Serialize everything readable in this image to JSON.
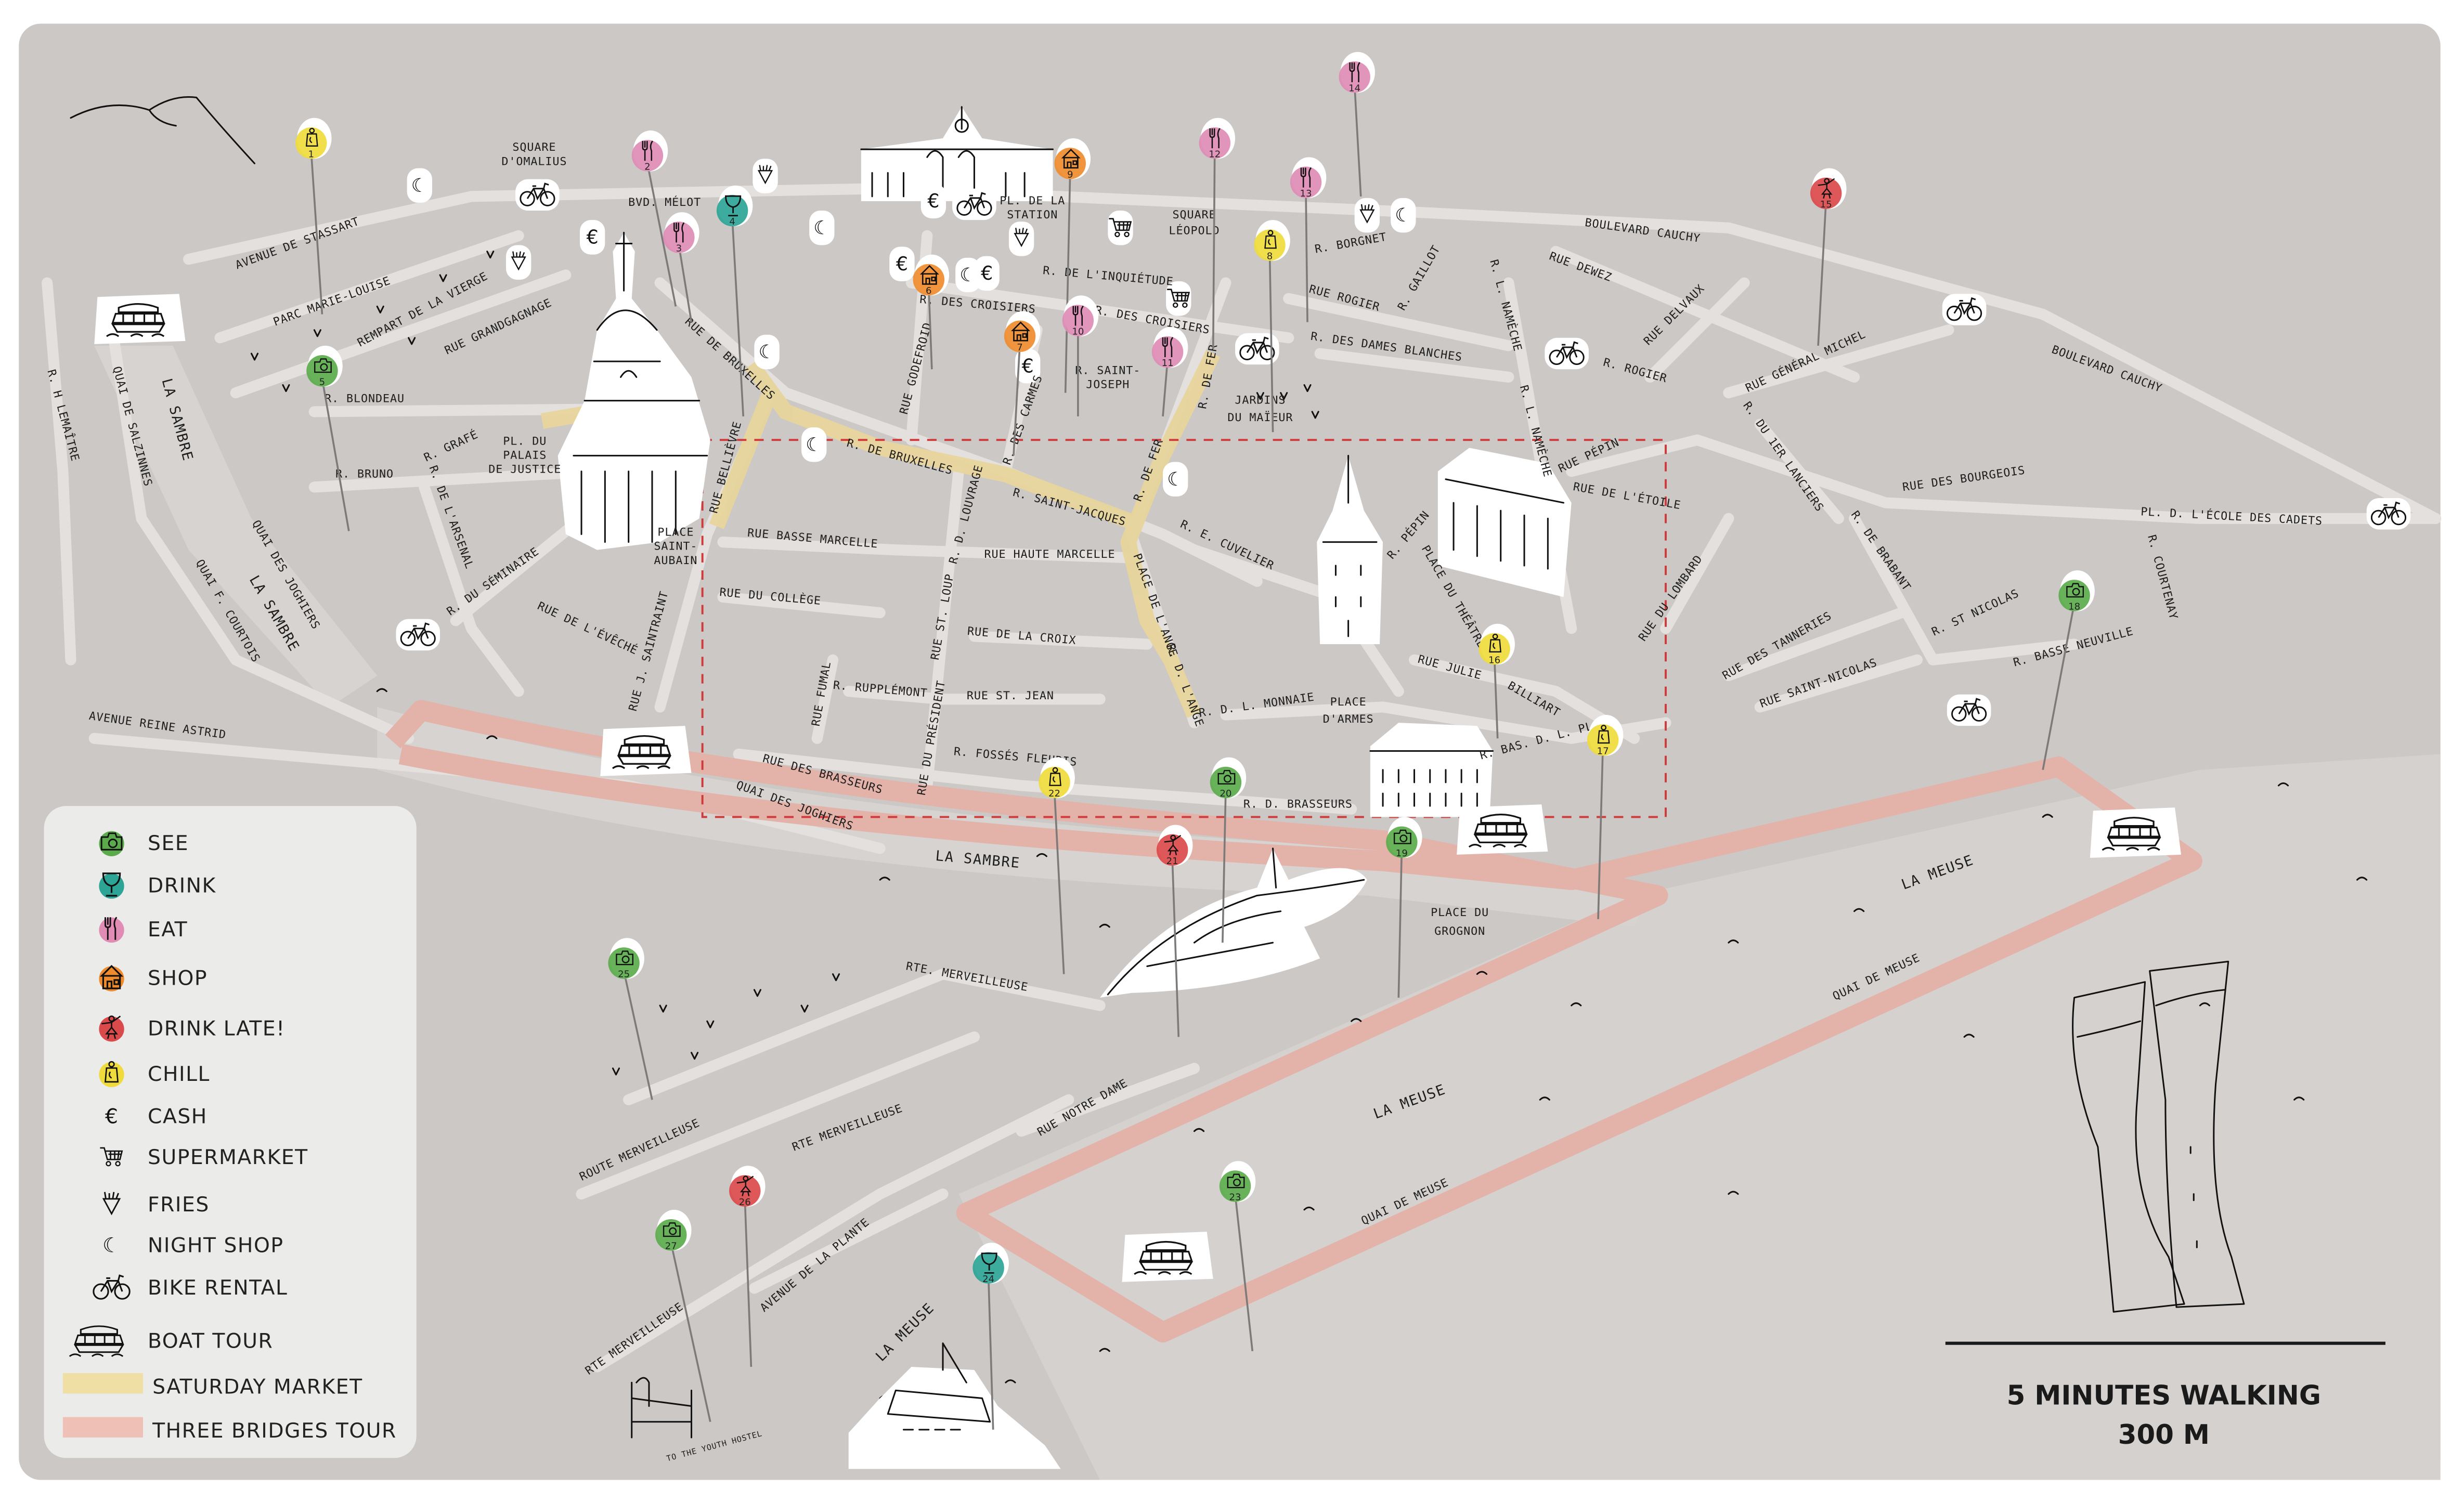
{
  "colors": {
    "background": "#cbc8c6",
    "street": "#dedbd8",
    "see": "#5bab4c",
    "drink": "#2ca597",
    "eat": "#e08cb5",
    "shop": "#ef8b2c",
    "drink_late": "#db4a4b",
    "chill": "#efdc3c",
    "saturday_market": "#efdfa4",
    "three_bridges_tour": "#efc0b6",
    "focus_frame": "#d03a3a"
  },
  "legend": {
    "items": [
      {
        "key": "see",
        "label": "SEE",
        "icon": "camera-icon"
      },
      {
        "key": "drink",
        "label": "DRINK",
        "icon": "wine-glass-icon"
      },
      {
        "key": "eat",
        "label": "EAT",
        "icon": "fork-knife-icon"
      },
      {
        "key": "shop",
        "label": "SHOP",
        "icon": "shop-icon"
      },
      {
        "key": "drink_late",
        "label": "DRINK LATE!",
        "icon": "dancer-icon"
      },
      {
        "key": "chill",
        "label": "CHILL",
        "icon": "lantern-icon"
      },
      {
        "key": "cash",
        "label": "CASH",
        "icon": "euro-icon"
      },
      {
        "key": "supermarket",
        "label": "SUPERMARKET",
        "icon": "cart-icon"
      },
      {
        "key": "fries",
        "label": "FRIES",
        "icon": "fries-icon"
      },
      {
        "key": "night_shop",
        "label": "NIGHT SHOP",
        "icon": "moon-icon"
      },
      {
        "key": "bike_rental",
        "label": "BIKE RENTAL",
        "icon": "bike-icon"
      },
      {
        "key": "boat_tour",
        "label": "BOAT TOUR",
        "icon": "boat-icon"
      },
      {
        "key": "saturday_market",
        "label": "SATURDAY MARKET",
        "icon": "swatch"
      },
      {
        "key": "three_bridges_tour",
        "label": "THREE BRIDGES TOUR",
        "icon": "swatch"
      }
    ]
  },
  "scale": {
    "line1": "5 MINUTES WALKING",
    "line2": "300 M"
  },
  "markers": [
    {
      "num": "1",
      "cat": "chill"
    },
    {
      "num": "2",
      "cat": "eat"
    },
    {
      "num": "3",
      "cat": "eat"
    },
    {
      "num": "4",
      "cat": "drink"
    },
    {
      "num": "5",
      "cat": "see"
    },
    {
      "num": "6",
      "cat": "shop"
    },
    {
      "num": "7",
      "cat": "shop"
    },
    {
      "num": "8",
      "cat": "chill"
    },
    {
      "num": "9",
      "cat": "shop"
    },
    {
      "num": "10",
      "cat": "eat"
    },
    {
      "num": "11",
      "cat": "eat"
    },
    {
      "num": "12",
      "cat": "eat"
    },
    {
      "num": "13",
      "cat": "eat"
    },
    {
      "num": "14",
      "cat": "eat"
    },
    {
      "num": "15",
      "cat": "drink_late"
    },
    {
      "num": "16",
      "cat": "chill"
    },
    {
      "num": "17",
      "cat": "chill"
    },
    {
      "num": "18",
      "cat": "see"
    },
    {
      "num": "19",
      "cat": "see"
    },
    {
      "num": "20",
      "cat": "see"
    },
    {
      "num": "21",
      "cat": "drink_late"
    },
    {
      "num": "22",
      "cat": "chill"
    },
    {
      "num": "23",
      "cat": "see"
    },
    {
      "num": "24",
      "cat": "drink"
    },
    {
      "num": "25",
      "cat": "see"
    },
    {
      "num": "26",
      "cat": "drink_late"
    },
    {
      "num": "27",
      "cat": "see"
    }
  ],
  "streets": [
    "AVENUE DE STASSART",
    "PARC MARIE-LOUISE",
    "REMPART DE LA VIERGE",
    "RUE GRANDGAGNAGE",
    "SQUARE",
    "D'OMALIUS",
    "BVD. MÉLOT",
    "R. BLONDEAU",
    "R. BRUNO",
    "R. GRAFÉ",
    "PL. DU",
    "PALAIS",
    "DE JUSTICE",
    "R. DE L'ARSENAL",
    "R. DU SÉMINAIRE",
    "RUE DE L'ÉVÊCHÉ",
    "RUE J. SAINTRAINT",
    "PLACE",
    "SAINT-",
    "AUBAIN",
    "RUE DE BRUXELLES",
    "RUE BELLIÈVRE",
    "R. DE BRUXELLES",
    "RUE GODEFROID",
    "R. DES CARMES",
    "R. SAINT-JACQUES",
    "R. DE FER",
    "R. DE FER",
    "R. DES CROISIERS",
    "R. DE L'INQUIÉTUDE",
    "R. DES CROISIERS",
    "R. SAINT-",
    "JOSEPH",
    "JARDINS",
    "DU MAÏEUR",
    "SQUARE",
    "LÉOPOLD",
    "PL. DE LA",
    "STATION",
    "R. BORGNET",
    "R. GAILLOT",
    "RUE ROGIER",
    "R. DES DAMES BLANCHES",
    "R. L. NAMÈCHE",
    "R. L. NAMÈCHE",
    "BOULEVARD CAUCHY",
    "RUE DEWEZ",
    "RUE DELVAUX",
    "R. ROGIER",
    "RUE GÉNÉRAL MICHEL",
    "BOULEVARD CAUCHY",
    "R. DU 1ER LANCIERS",
    "RUE PÉPIN",
    "RUE DE L'ÉTOILE",
    "RUE DES BOURGEOIS",
    "PL. D. L'ÉCOLE DES CADETS",
    "R. COURTENAY",
    "R. DE BRABANT",
    "R. ST NICOLAS",
    "R. BASSE NEUVILLE",
    "RUE DES TANNERIES",
    "RUE SAINT-NICOLAS",
    "RUE DU LOMBARD",
    "RUE BASSE MARCELLE",
    "RUE HAUTE MARCELLE",
    "R. D. LOUVRAGE",
    "RUE ST. LOUP",
    "RUE DU COLLÈGE",
    "RUE DE LA CROIX",
    "PLACE DE L'ANGE",
    "R. D. L'ANGE",
    "R. E. CUVELIER",
    "R. PÉPIN",
    "PLACE DU THÉÂTRE",
    "RUE FUMAL",
    "R. RUPPLÉMONT",
    "RUE ST. JEAN",
    "RUE DU PRÉSIDENT",
    "R. FOSSÉS FLEURIS",
    "RUE DES BRASSEURS",
    "QUAI DES JOGHIERS",
    "R. D. L. MONNAIE",
    "PLACE",
    "D'ARMES",
    "RUE JULIE",
    "BILLIART",
    "R. BAS. D. L. PLACE",
    "R. D. BRASSEURS",
    "PLACE DU",
    "GROGNON",
    "QUAI DE MEUSE",
    "QUAI DE MEUSE",
    "RUE NOTRE DAME",
    "RTE. MERVEILLEUSE",
    "ROUTE MERVEILLEUSE",
    "RTE MERVEILLEUSE",
    "RTE MERVEILLEUSE",
    "AVENUE DE LA PLANTE",
    "TO THE YOUTH HOSTEL",
    "R. H LEMAÎTRE",
    "QUAI DE SALZINNES",
    "QUAI DES JOGHIERS",
    "QUAI F. COURTOIS",
    "AVENUE REINE ASTRID"
  ],
  "rivers": [
    "LA SAMBRE",
    "LA SAMBRE",
    "LA SAMBRE",
    "LA MEUSE",
    "LA MEUSE",
    "LA MEUSE"
  ]
}
